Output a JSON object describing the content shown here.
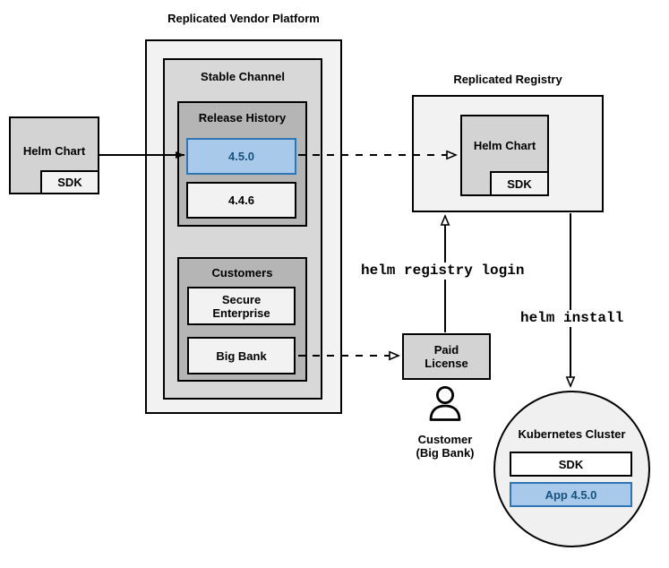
{
  "titles": {
    "platform": "Replicated Vendor Platform",
    "registry": "Replicated Registry"
  },
  "platform": {
    "stable_channel_label": "Stable Channel",
    "release_history_label": "Release History",
    "releases": [
      {
        "version": "4.5.0",
        "highlighted": true
      },
      {
        "version": "4.4.6",
        "highlighted": false
      }
    ],
    "customers_label": "Customers",
    "customers": [
      {
        "name": "Secure\nEnterprise"
      },
      {
        "name": "Big Bank"
      }
    ]
  },
  "source_chart": {
    "label": "Helm Chart",
    "sdk": "SDK"
  },
  "registry": {
    "helm_chart_label": "Helm Chart",
    "sdk": "SDK"
  },
  "paid_license": {
    "label": "Paid\nLicense"
  },
  "customer_person": {
    "label": "Customer\n(Big Bank)",
    "icon": "person-outline-icon"
  },
  "cluster": {
    "label": "Kubernetes Cluster",
    "sdk": "SDK",
    "app": "App 4.5.0"
  },
  "commands": {
    "registry_login": "helm registry login",
    "install": "helm install"
  },
  "colors": {
    "highlight_fill": "#a9c9ea",
    "highlight_border": "#2e75b6",
    "highlight_text": "#17517f",
    "box_light": "#f2f2f2",
    "box_mid": "#d8d8d8",
    "box_dark": "#b5b5b5",
    "box_gray": "#d3d3d3",
    "line": "#000000"
  }
}
